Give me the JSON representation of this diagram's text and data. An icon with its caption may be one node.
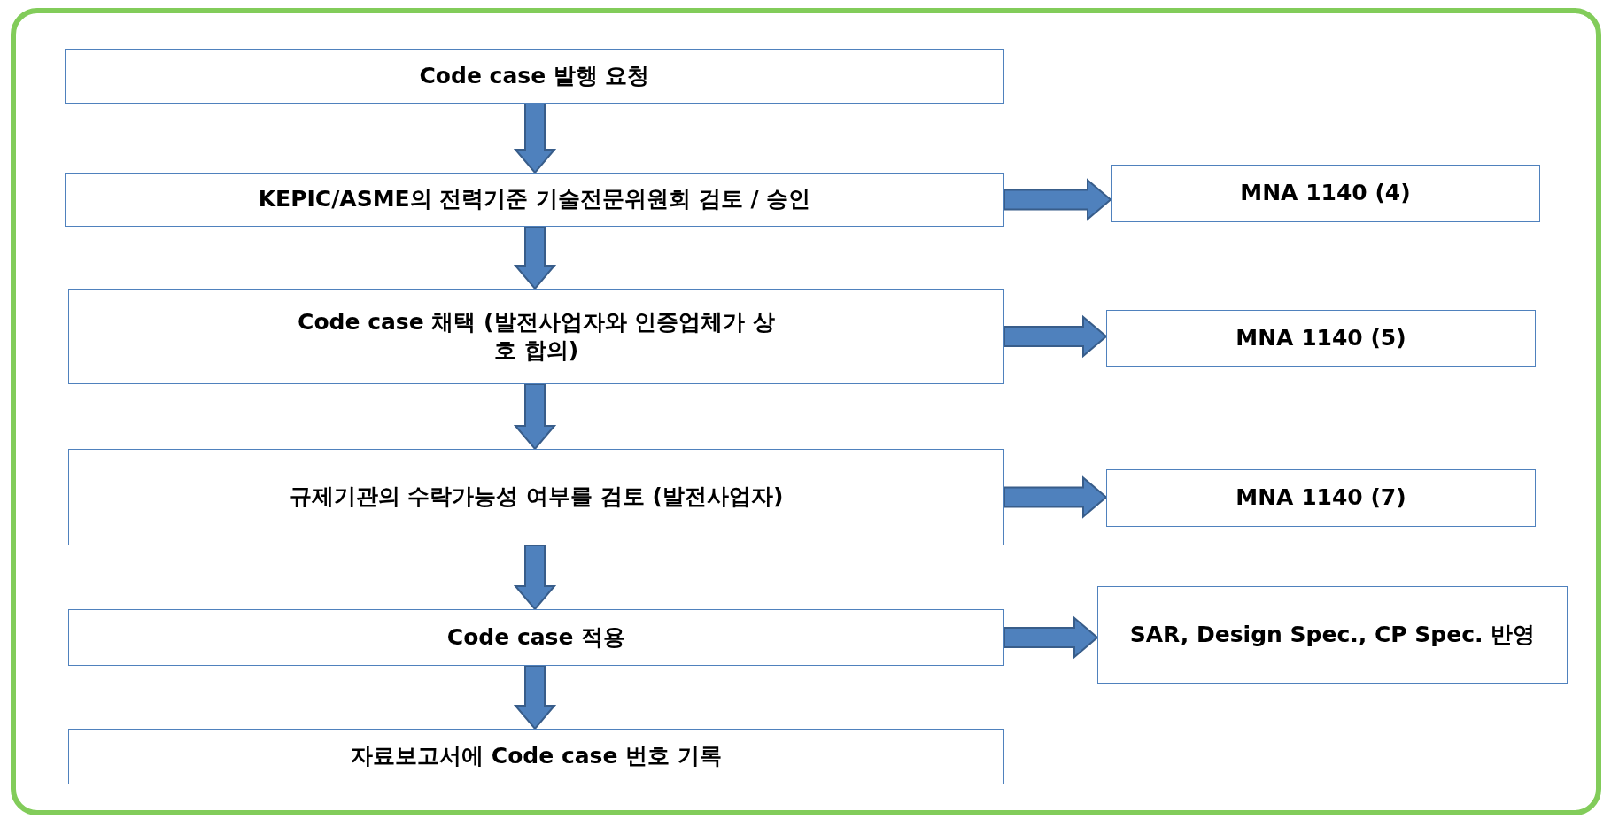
{
  "diagram": {
    "nodes": [
      {
        "text": [
          "Code case 발행 요청"
        ]
      },
      {
        "text": [
          "KEPIC/ASME의 전력기준 기술전문위원회 검토 / 승인"
        ]
      },
      {
        "text": [
          "Code case 채택 (발전사업자와 인증업체가 상호 합의)"
        ]
      },
      {
        "text": [
          "규제기관의 수락가능성 여부를 검토 (발전사업자)"
        ]
      },
      {
        "text": [
          "Code case 적용"
        ]
      },
      {
        "text": [
          "자료보고서에 Code case 번호 기록"
        ]
      },
      {
        "text": [
          "MNA 1140 (4)"
        ]
      },
      {
        "text": [
          "MNA 1140 (5)"
        ]
      },
      {
        "text": [
          "MNA 1140 (7)"
        ]
      },
      {
        "text": [
          "SAR, Design Spec., CP Spec. 반영"
        ]
      }
    ],
    "edges": [
      {
        "from": 0,
        "to": 1,
        "arrow": "to"
      },
      {
        "from": 1,
        "to": 2,
        "arrow": "to"
      },
      {
        "from": 2,
        "to": 3,
        "arrow": "to"
      },
      {
        "from": 3,
        "to": 4,
        "arrow": "to"
      },
      {
        "from": 4,
        "to": 5,
        "arrow": "to"
      },
      {
        "from": 1,
        "to": 6,
        "arrow": "to"
      },
      {
        "from": 2,
        "to": 7,
        "arrow": "to"
      },
      {
        "from": 3,
        "to": 8,
        "arrow": "to"
      },
      {
        "from": 4,
        "to": 9,
        "arrow": "to"
      }
    ]
  }
}
